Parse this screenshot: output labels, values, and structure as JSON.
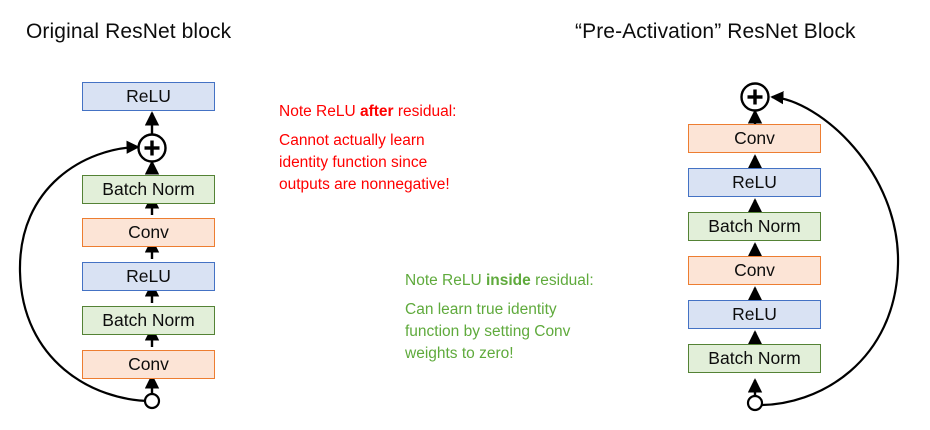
{
  "titles": {
    "left": "Original ResNet block",
    "right": "“Pre-Activation” ResNet Block"
  },
  "left_block": {
    "name": "original-resnet-block",
    "nodes": [
      {
        "label": "ReLU",
        "type": "relu",
        "color": "blue"
      },
      {
        "label": "Batch Norm",
        "type": "batchnorm",
        "color": "green"
      },
      {
        "label": "Conv",
        "type": "conv",
        "color": "orange"
      },
      {
        "label": "ReLU",
        "type": "relu",
        "color": "blue"
      },
      {
        "label": "Batch Norm",
        "type": "batchnorm",
        "color": "green"
      },
      {
        "label": "Conv",
        "type": "conv",
        "color": "orange"
      }
    ],
    "adder_symbol": "+",
    "skip_connection": "from input split point, around the left, into the adder below ReLU"
  },
  "right_block": {
    "name": "pre-activation-resnet-block",
    "nodes": [
      {
        "label": "Conv",
        "type": "conv",
        "color": "orange"
      },
      {
        "label": "ReLU",
        "type": "relu",
        "color": "blue"
      },
      {
        "label": "Batch Norm",
        "type": "batchnorm",
        "color": "green"
      },
      {
        "label": "Conv",
        "type": "conv",
        "color": "orange"
      },
      {
        "label": "ReLU",
        "type": "relu",
        "color": "blue"
      },
      {
        "label": "Batch Norm",
        "type": "batchnorm",
        "color": "green"
      }
    ],
    "adder_symbol": "+",
    "skip_connection": "from input split point, around the right, into the adder at top"
  },
  "annotations": {
    "red": {
      "heading_prefix": "Note ReLU ",
      "heading_bold": "after",
      "heading_suffix": " residual:",
      "body": "Cannot actually learn\nidentity function since\noutputs are nonnegative!"
    },
    "green": {
      "heading_prefix": "Note ReLU ",
      "heading_bold": "inside",
      "heading_suffix": " residual:",
      "body": "Can learn true identity\nfunction by setting Conv\nweights to zero!"
    }
  },
  "colors": {
    "relu_fill": "#d9e2f3",
    "relu_border": "#4472c4",
    "batchnorm_fill": "#e2efd9",
    "batchnorm_border": "#548235",
    "conv_fill": "#fce4d6",
    "conv_border": "#ed7d31",
    "red_text": "#ff0000",
    "green_text": "#5faa3c",
    "title_text": "#0d0d0d",
    "background": "#ffffff"
  }
}
